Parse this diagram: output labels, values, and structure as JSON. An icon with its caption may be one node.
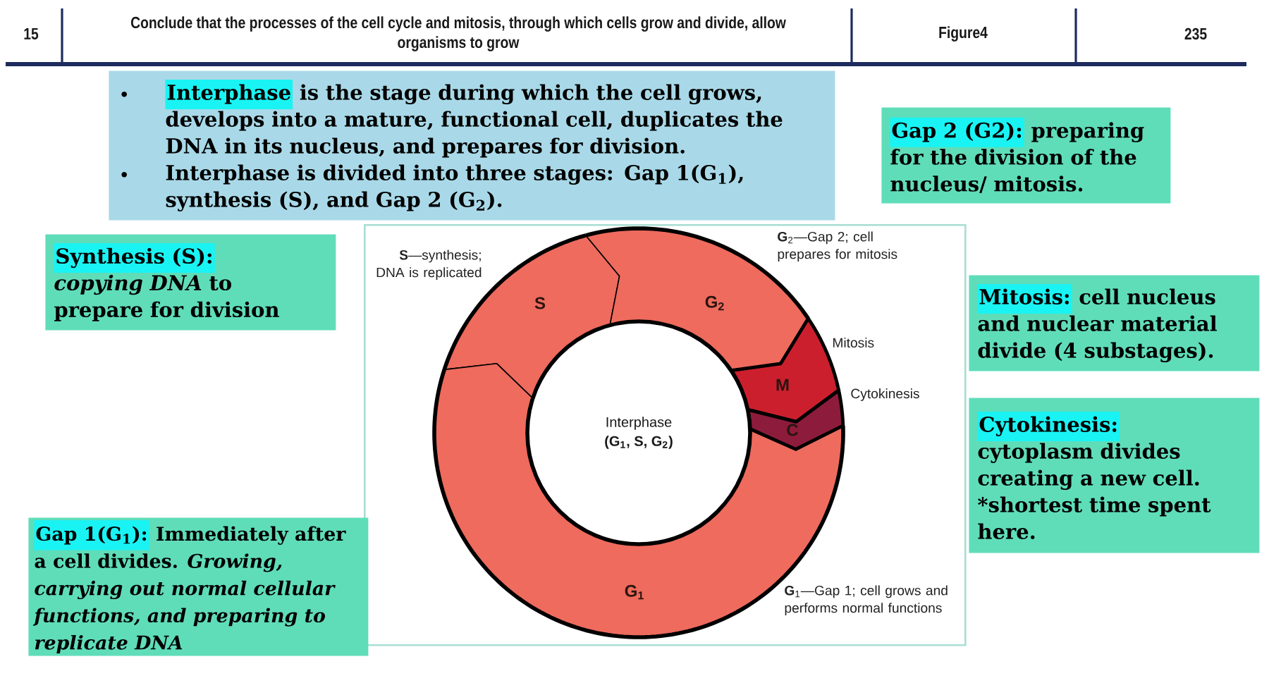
{
  "diagram": {
    "nodes": [
      {
        "text": [
          "Interphase",
          "is the stage during which the cell grows, develops into a mature, functional cell, duplicates the DNA in its nucleus, and prepares for division.",
          "Interphase is divided into three stages: Gap 1(G$_{1}$), synthesis (S), and Gap 2 (G$_{2}$)."
        ]
      },
      {
        "text": [
          "Gap 2 (G2):",
          "preparing for the division of the nucleus/ mitosis."
        ]
      },
      {
        "text": [
          "Synthesis (S):",
          "*copying DNA* to prepare for division"
        ]
      },
      {
        "text": [],
        "shape": "box"
      },
      {
        "text": [
          "S"
        ],
        "in": 3,
        "beside": [
          "**S**—synthesis; DNA is replicated"
        ]
      },
      {
        "text": [
          "G$_{2}$"
        ],
        "in": 3,
        "beside": [
          "**G**$_{2}$—Gap 2; cell prepares for mitosis"
        ]
      },
      {
        "text": [
          "M"
        ],
        "in": 3,
        "beside": [
          "Mitosis"
        ]
      },
      {
        "text": [
          "C"
        ],
        "in": 3,
        "beside": [
          "Cytokinesis"
        ]
      },
      {
        "text": [
          "Interphase",
          "(G$_{1}$, S, G$_{2}$)"
        ],
        "in": 3
      },
      {
        "text": [
          "G$_{1}$"
        ],
        "in": 3,
        "beside": [
          "**G**$_{1}$—Gap 1; cell grows and performs normal functions"
        ]
      },
      {
        "text": [
          "Mitosis:",
          "cell nucleus and nuclear material divide (4 substages)."
        ]
      },
      {
        "text": [
          "Cytokinesis:",
          "cytoplasm divides creating a new cell. *shortest time spent here."
        ]
      },
      {
        "text": [
          "Gap 1(G$_{1}$):",
          "Immediately after a cell divides. *Growing, carrying out normal cellular functions, and preparing to replicate DNA*"
        ]
      }
    ],
    "labels": [
      "15",
      "Conclude that the processes of the cell cycle and mitosis, through which cells grow and divide, allow organisms to grow",
      "Figure4",
      "235"
    ]
  }
}
